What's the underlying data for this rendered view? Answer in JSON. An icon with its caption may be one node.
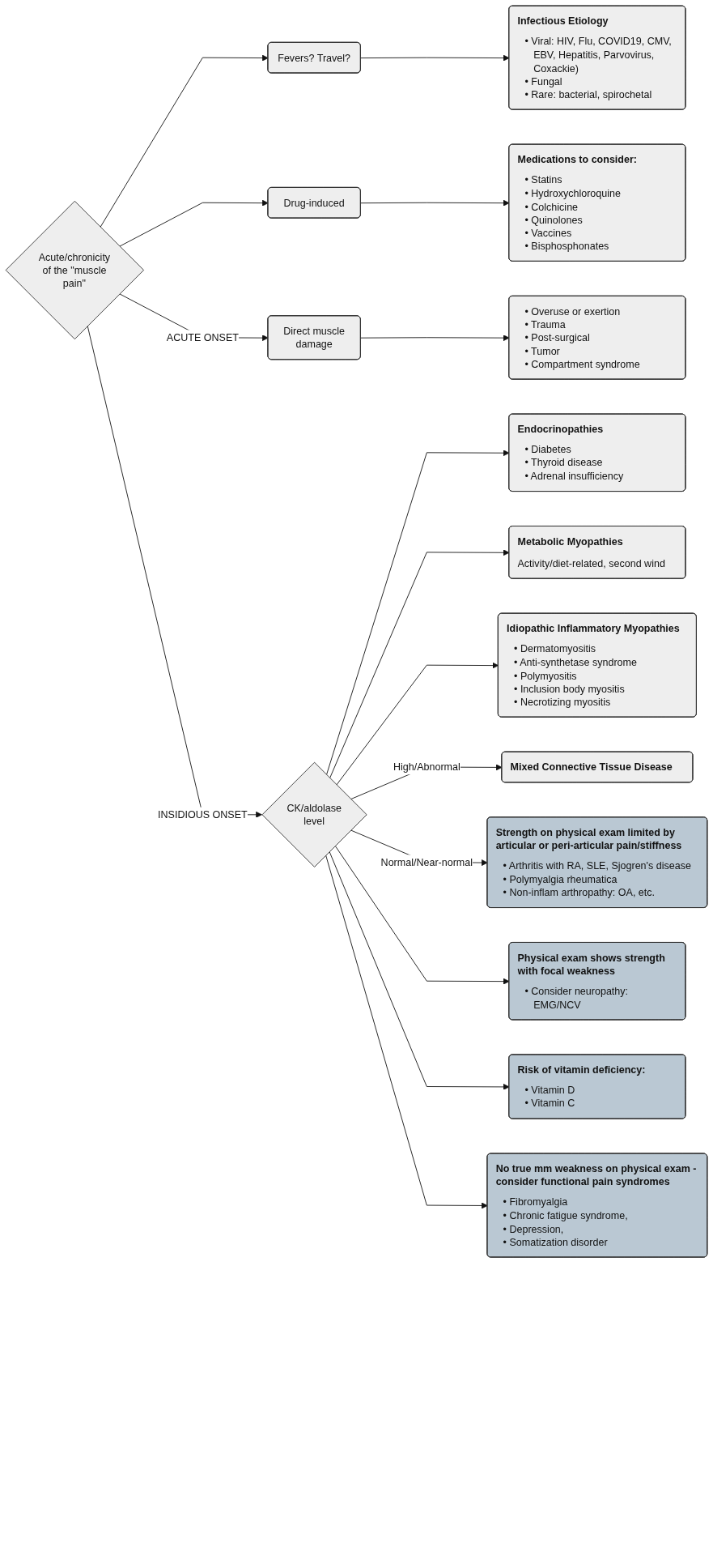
{
  "diagram": {
    "nodes": [
      {
        "text": [
          "Acute/chronicity of the \"muscle pain\""
        ]
      },
      {
        "text": [
          "Fevers? Travel?"
        ]
      },
      {
        "text": [
          "Infectious Etiology",
          "• Viral: HIV, Flu, COVID19, CMV, EBV, Hepatitis, Parvovirus, Coxackie)",
          "• Fungal",
          "• Rare: bacterial, spirochetal"
        ]
      },
      {
        "text": [
          "Drug-induced"
        ]
      },
      {
        "text": [
          "Medications to consider:",
          "• Statins",
          "• Hydroxychloroquine",
          "• Colchicine",
          "• Quinolones",
          "• Vaccines",
          "• Bisphosphonates"
        ]
      },
      {
        "text": [
          "Direct muscle damage"
        ]
      },
      {
        "text": [
          "• Overuse or exertion",
          "• Trauma",
          "• Post-surgical",
          "• Tumor",
          "• Compartment syndrome"
        ]
      },
      {
        "text": [
          "CK/aldolase level"
        ]
      },
      {
        "text": [
          "Endocrinopathies",
          "• Diabetes",
          "• Thyroid disease",
          "• Adrenal insufficiency"
        ]
      },
      {
        "text": [
          "Metabolic Myopathies",
          "Activity/diet-related, second wind"
        ]
      },
      {
        "text": [
          "Idiopathic Inflammatory Myopathies",
          "• Dermatomyositis",
          "• Anti-synthetase syndrome",
          "• Polymyositis",
          "• Inclusion body myositis",
          "• Necrotizing myositis"
        ]
      },
      {
        "text": [
          "Mixed Connective Tissue Disease"
        ]
      },
      {
        "text": [
          "Strength on physical exam limited by articular or peri-articular pain/stiffness",
          "• Arthritis with RA, SLE, Sjogren's disease",
          "• Polymyalgia rheumatica",
          "• Non-inflam arthropathy: OA, etc."
        ]
      },
      {
        "text": [
          "Physical exam shows strength with focal weakness",
          "• Consider neuropathy: EMG/NCV"
        ]
      },
      {
        "text": [
          "Risk of vitamin deficiency:",
          "• Vitamin D",
          "• Vitamin C"
        ]
      },
      {
        "text": [
          "No true mm weakness on physical exam - consider functional pain syndromes",
          "• Fibromyalgia",
          "• Chronic fatigue syndrome,",
          "• Depression,",
          "• Somatization disorder"
        ]
      }
    ],
    "edges": [
      {
        "from": 0,
        "to": 1,
        "arrow": "to"
      },
      {
        "from": 0,
        "to": 3,
        "arrow": "to"
      },
      {
        "from": 0,
        "to": 5,
        "arrow": "to",
        "label": "ACUTE ONSET"
      },
      {
        "from": 1,
        "to": 2,
        "arrow": "to"
      },
      {
        "from": 3,
        "to": 4,
        "arrow": "to"
      },
      {
        "from": 5,
        "to": 6,
        "arrow": "to"
      },
      {
        "from": 0,
        "to": 7,
        "arrow": "to",
        "label": "INSIDIOUS ONSET"
      },
      {
        "from": 7,
        "to": 8,
        "arrow": "to"
      },
      {
        "from": 7,
        "to": 9,
        "arrow": "to"
      },
      {
        "from": 7,
        "to": 10,
        "arrow": "to"
      },
      {
        "from": 7,
        "to": 11,
        "arrow": "to",
        "label": "High/Abnormal"
      },
      {
        "from": 7,
        "to": 12,
        "arrow": "to",
        "label": "Normal/Near-normal"
      },
      {
        "from": 7,
        "to": 13,
        "arrow": "to"
      },
      {
        "from": 7,
        "to": 14,
        "arrow": "to"
      },
      {
        "from": 7,
        "to": 15,
        "arrow": "to"
      }
    ]
  }
}
